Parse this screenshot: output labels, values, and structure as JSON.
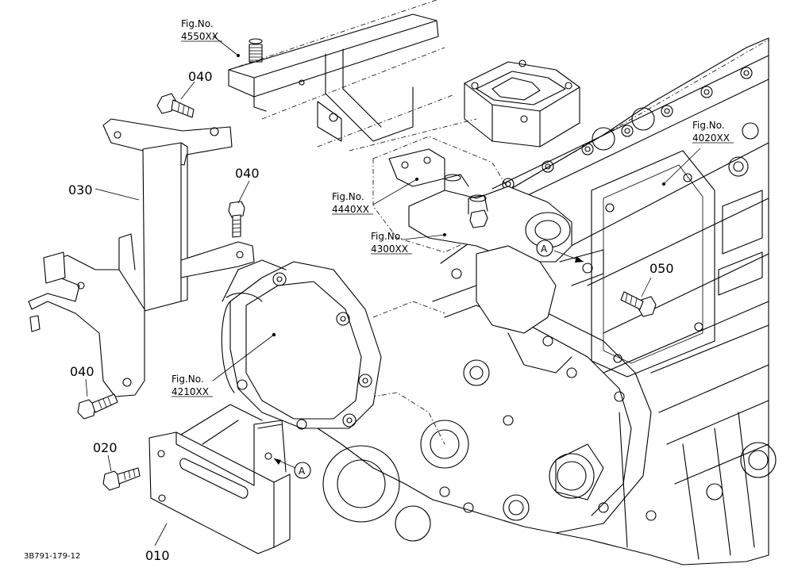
{
  "parts": {
    "p010": "010",
    "p020": "020",
    "p030": "030",
    "p040_top": "040",
    "p040_mid": "040",
    "p040_low": "040",
    "p050": "050"
  },
  "fig_refs": {
    "fig4550": {
      "line1": "Fig.No.",
      "line2": "4550XX"
    },
    "fig4440": {
      "line1": "Fig.No.",
      "line2": "4440XX"
    },
    "fig4300": {
      "line1": "Fig.No.",
      "line2": "4300XX"
    },
    "fig4020": {
      "line1": "Fig.No.",
      "line2": "4020XX"
    },
    "fig4210": {
      "line1": "Fig.No.",
      "line2": "4210XX"
    }
  },
  "markers": {
    "a_upper": "A",
    "a_lower": "A"
  },
  "drawing_code": "3B791-179-12"
}
